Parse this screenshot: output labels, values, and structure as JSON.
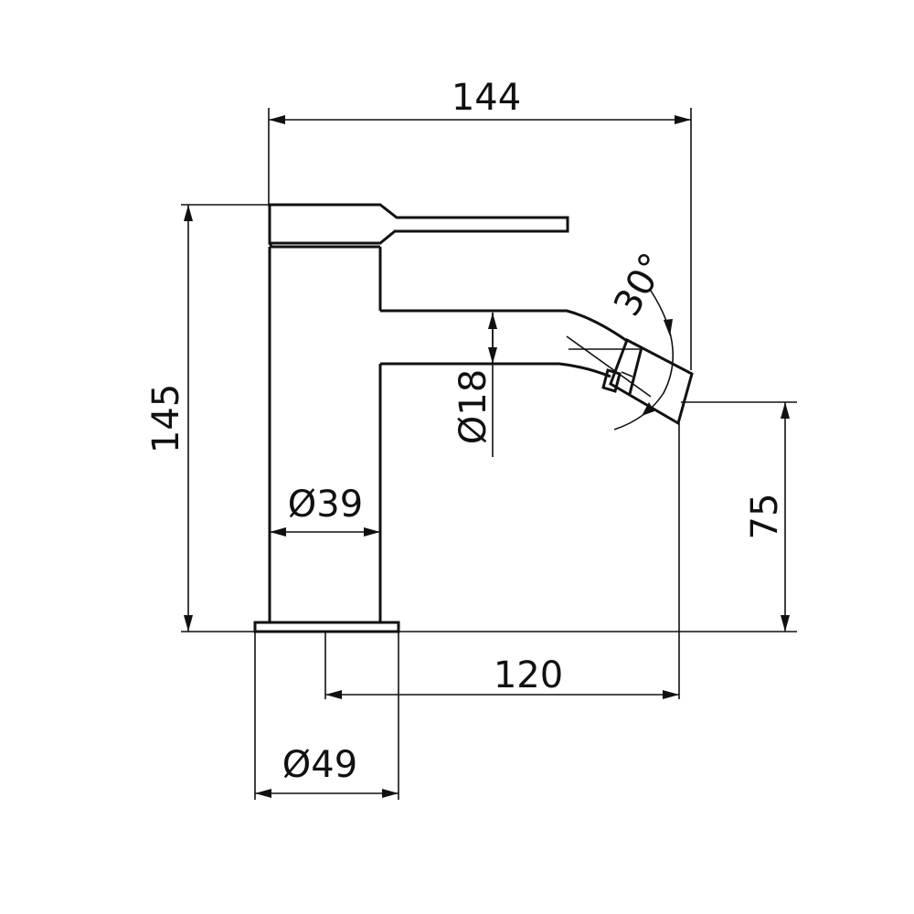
{
  "drawing": {
    "subject": "bidet mixer faucet side elevation",
    "line_color": "#111111",
    "background": "#ffffff"
  },
  "dimensions": {
    "overall_width": "144",
    "overall_height": "145",
    "body_diameter": "Ø39",
    "spout_diameter": "Ø18",
    "spout_angle": "30°",
    "outlet_height": "75",
    "spout_reach": "120",
    "base_diameter": "Ø49"
  }
}
